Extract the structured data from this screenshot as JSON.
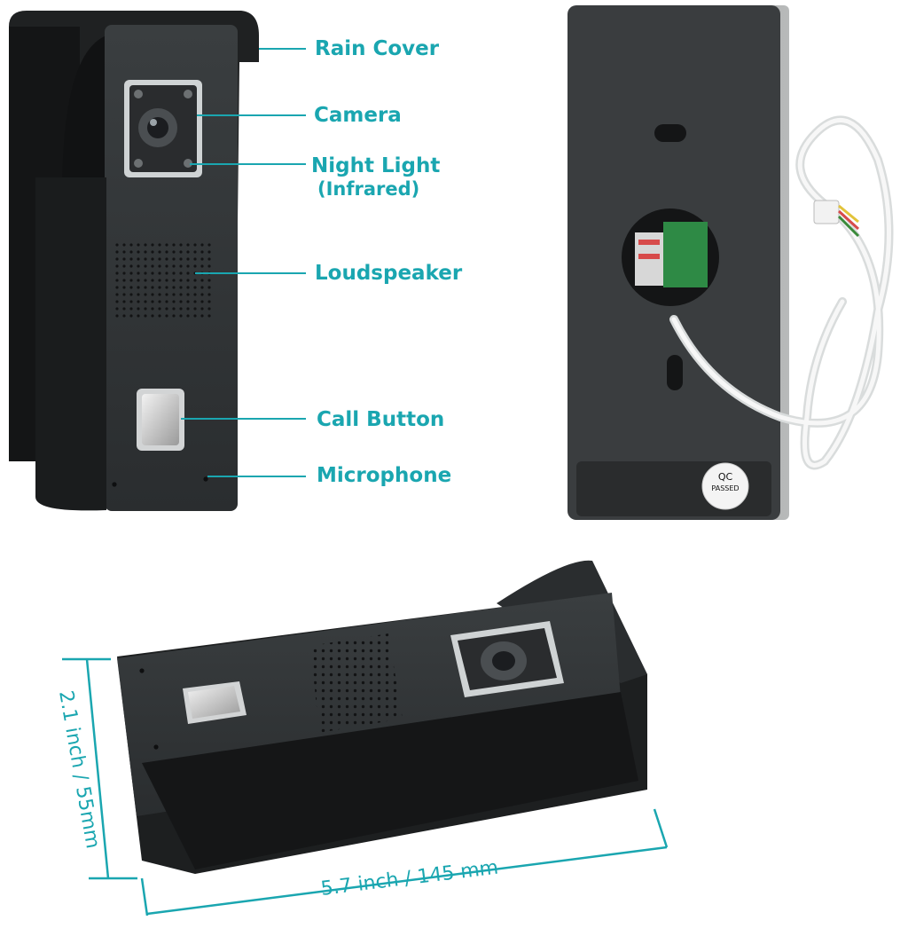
{
  "labels": {
    "rain_cover": "Rain Cover",
    "camera": "Camera",
    "night_light": "Night Light",
    "night_light_sub": "(Infrared)",
    "loudspeaker": "Loudspeaker",
    "call_button": "Call Button",
    "microphone": "Microphone"
  },
  "qc_sticker": {
    "line1": "QC",
    "line2": "PASSED"
  },
  "dimensions": {
    "height": "2.1 inch / 55mm",
    "width": "5.7 inch / 145 mm"
  },
  "colors": {
    "accent": "#1aa6b0",
    "device_body": "#2c2f31",
    "device_dark": "#1b1d1e"
  }
}
